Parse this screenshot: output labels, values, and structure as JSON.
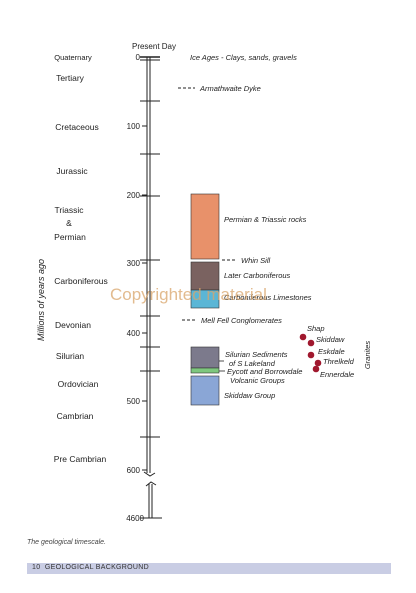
{
  "header": {
    "title": "Present Day"
  },
  "axis": {
    "label": "Millions of years ago",
    "ticks": [
      "0",
      "100",
      "200",
      "300",
      "400",
      "500",
      "600",
      "4600"
    ]
  },
  "periods": [
    {
      "name": "Quaternary"
    },
    {
      "name": "Tertiary"
    },
    {
      "name": "Cretaceous"
    },
    {
      "name": "Jurassic"
    },
    {
      "name": "Triassic"
    },
    {
      "name": "&"
    },
    {
      "name": "Permian"
    },
    {
      "name": "Carboniferous"
    },
    {
      "name": "Devonian"
    },
    {
      "name": "Silurian"
    },
    {
      "name": "Ordovician"
    },
    {
      "name": "Cambrian"
    },
    {
      "name": "Pre Cambrian"
    }
  ],
  "blocks": [
    {
      "label": "Permian & Triassic rocks",
      "color": "#e8916a"
    },
    {
      "label": "Later Carboniferous",
      "color": "#7a6260"
    },
    {
      "label": "Carboniferous Limestones",
      "color": "#5ab6d6"
    },
    {
      "label": "Silurian Sediments",
      "label2": "of S Lakeland",
      "color": "#7c7a8c"
    },
    {
      "label": "Eycott and Borrowdale",
      "label2": "Volcanic Groups",
      "color": "#7ec77e"
    },
    {
      "label": "Skiddaw Group",
      "color": "#8aa6d6"
    }
  ],
  "events": [
    {
      "label": "Ice Ages  - Clays, sands, gravels"
    },
    {
      "label": "Armathwaite Dyke"
    },
    {
      "label": "Whin Sill"
    },
    {
      "label": "Mell Fell Conglomerates"
    }
  ],
  "granites": {
    "title": "Granites",
    "color": "#a0182e",
    "items": [
      "Shap",
      "Skiddaw",
      "Eskdale",
      "Threlkeld",
      "Ennerdale"
    ]
  },
  "watermark": "Copyrighted material",
  "caption": "The geological timescale.",
  "footer": {
    "page": "10",
    "section": "GEOLOGICAL BACKGROUND"
  }
}
